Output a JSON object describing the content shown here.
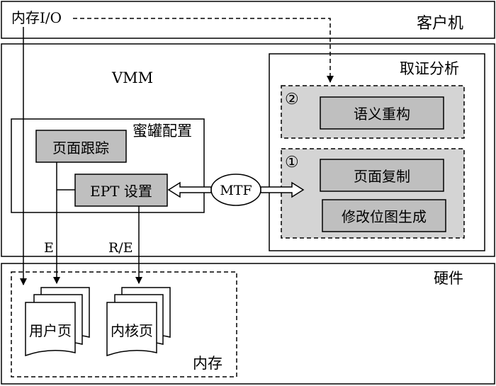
{
  "guest": {
    "label": "客户机",
    "io_label": "内存I/O"
  },
  "vmm": {
    "label": "VMM"
  },
  "honeypot": {
    "label": "蜜罐配置",
    "page_tracking": "页面跟踪",
    "ept_setting": "EPT 设置"
  },
  "mtf": {
    "label": "MTF"
  },
  "forensics": {
    "label": "取证分析",
    "step2": {
      "number": "②",
      "semantic_reconstruction": "语义重构"
    },
    "step1": {
      "number": "①",
      "page_copy": "页面复制",
      "bitmap_generation": "修改位图生成"
    }
  },
  "hardware": {
    "label": "硬件",
    "memory_label": "内存",
    "user_page": "用户页",
    "kernel_page": "内核页"
  },
  "edges": {
    "e_label": "E",
    "re_label": "R/E"
  },
  "colors": {
    "gray_box": "#bfbfbf",
    "dashed_region": "#d4d4d4",
    "stroke": "#000000"
  }
}
